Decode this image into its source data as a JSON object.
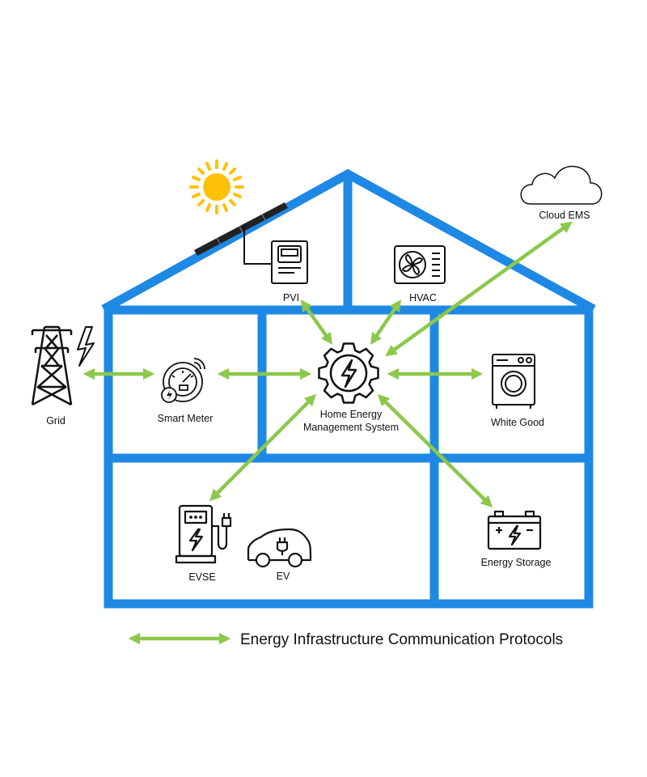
{
  "colors": {
    "house_frame": "#1E88E5",
    "arrow": "#8CC84B",
    "sun": "#FFC107",
    "icon_stroke": "#111111",
    "panel": "#222222"
  },
  "labels": {
    "grid": "Grid",
    "smart_meter": "Smart Meter",
    "hems_line1": "Home Energy",
    "hems_line2": "Management System",
    "pvi": "PVI",
    "hvac": "HVAC",
    "cloud_ems": "Cloud EMS",
    "white_good": "White Good",
    "evse": "EVSE",
    "ev": "EV",
    "energy_storage": "Energy Storage"
  },
  "icons": {
    "sun": "sun-icon",
    "solar_panel": "solar-panel-icon",
    "pvi": "inverter-icon",
    "hvac": "hvac-unit-icon",
    "cloud": "cloud-icon",
    "grid": "transmission-tower-icon",
    "lightning": "lightning-icon",
    "smart_meter": "smart-meter-icon",
    "hems": "gear-lightning-icon",
    "white_good": "washing-machine-icon",
    "evse": "charging-station-icon",
    "ev": "electric-car-icon",
    "energy_storage": "battery-icon"
  },
  "connections": [
    {
      "from": "Grid",
      "to": "Smart Meter"
    },
    {
      "from": "Smart Meter",
      "to": "Home Energy Management System"
    },
    {
      "from": "Home Energy Management System",
      "to": "PVI"
    },
    {
      "from": "Home Energy Management System",
      "to": "HVAC"
    },
    {
      "from": "Home Energy Management System",
      "to": "Cloud EMS"
    },
    {
      "from": "Home Energy Management System",
      "to": "White Good"
    },
    {
      "from": "Home Energy Management System",
      "to": "EVSE"
    },
    {
      "from": "Home Energy Management System",
      "to": "Energy Storage"
    }
  ],
  "legend": {
    "text": "Energy Infrastructure Communication Protocols"
  }
}
